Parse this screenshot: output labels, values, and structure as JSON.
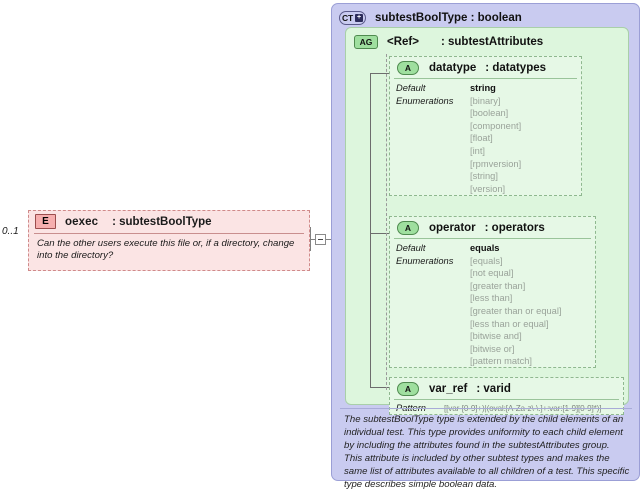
{
  "left_element": {
    "occurs": "0..1",
    "badge": "E",
    "name": "oexec",
    "type": ": subtestBoolType",
    "description": "Can the other users execute this file or, if a directory, change into the directory?"
  },
  "complex_type": {
    "badge": "CT",
    "expand_glyph": "+",
    "title": "subtestBoolType : boolean",
    "description": "The subtestBoolType type is extended by the child elements of an individual test.  This type provides uniformity to each child element by including the attributes found in the subtestAttributes group.  This attribute is included by other subtest types and makes the same list of attributes available to all children of a test.  This specific type describes simple boolean data."
  },
  "attribute_group": {
    "badge": "AG",
    "ref": "<Ref>",
    "type": ": subtestAttributes"
  },
  "attributes": [
    {
      "badge": "A",
      "name": "datatype",
      "type": ": datatypes",
      "facet_default_label": "Default",
      "facet_enum_label": "Enumerations",
      "default_value": "string",
      "enumerations": [
        "[binary]",
        "[boolean]",
        "[component]",
        "[float]",
        "[int]",
        "[rpmversion]",
        "[string]",
        "[version]"
      ]
    },
    {
      "badge": "A",
      "name": "operator",
      "type": ": operators",
      "facet_default_label": "Default",
      "facet_enum_label": "Enumerations",
      "default_value": "equals",
      "enumerations": [
        "[equals]",
        "[not equal]",
        "[greater than]",
        "[less than]",
        "[greater than or equal]",
        "[less than or equal]",
        "[bitwise and]",
        "[bitwise or]",
        "[pattern match]"
      ]
    },
    {
      "badge": "A",
      "name": "var_ref",
      "type": ": varid",
      "pattern_label": "Pattern",
      "pattern_value": "[[var-[0-9]+)|(oval:[A-Za-z\\-\\.]+:var:[1-9][0-9]*)]"
    }
  ],
  "colors": {
    "element_fill": "#fbe4e4",
    "element_border": "#d08a8a",
    "ct_fill": "#c9cbf0",
    "ag_fill": "#ddf6dd",
    "attr_fill": "#e6f8e6",
    "badge_green": "#9fdf9f",
    "badge_pink": "#f6aeae",
    "enum_text": "#9aa39a"
  }
}
